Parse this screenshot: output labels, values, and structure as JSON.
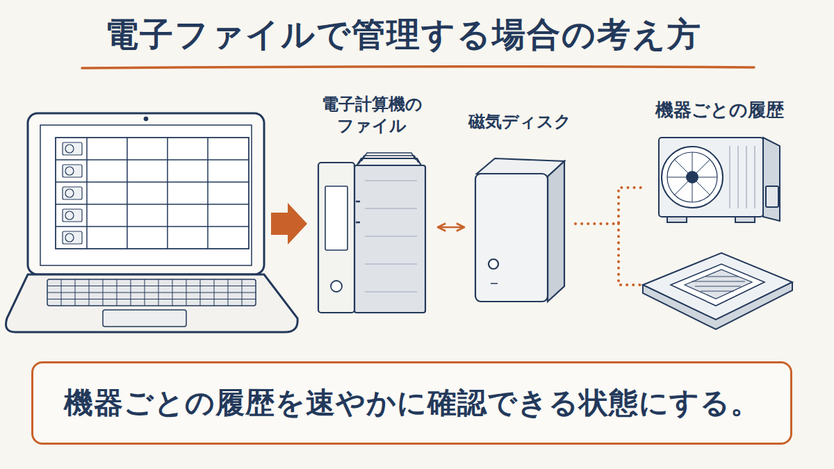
{
  "diagram": {
    "title": "電子ファイルで管理する場合の考え方",
    "nodes": [
      {
        "text": [
          "電子計算機のファイル"
        ]
      },
      {
        "text": [
          "磁気ディスク"
        ]
      },
      {
        "text": [
          "機器ごとの履歴"
        ]
      },
      {
        "text": [
          "機器ごとの履歴を速やかに確認できる状態にする。"
        ]
      }
    ],
    "edges": [
      {
        "from": 0,
        "to": 1,
        "arrow": "both"
      },
      {
        "from": 1,
        "to": 2,
        "arrow": "none"
      }
    ]
  }
}
